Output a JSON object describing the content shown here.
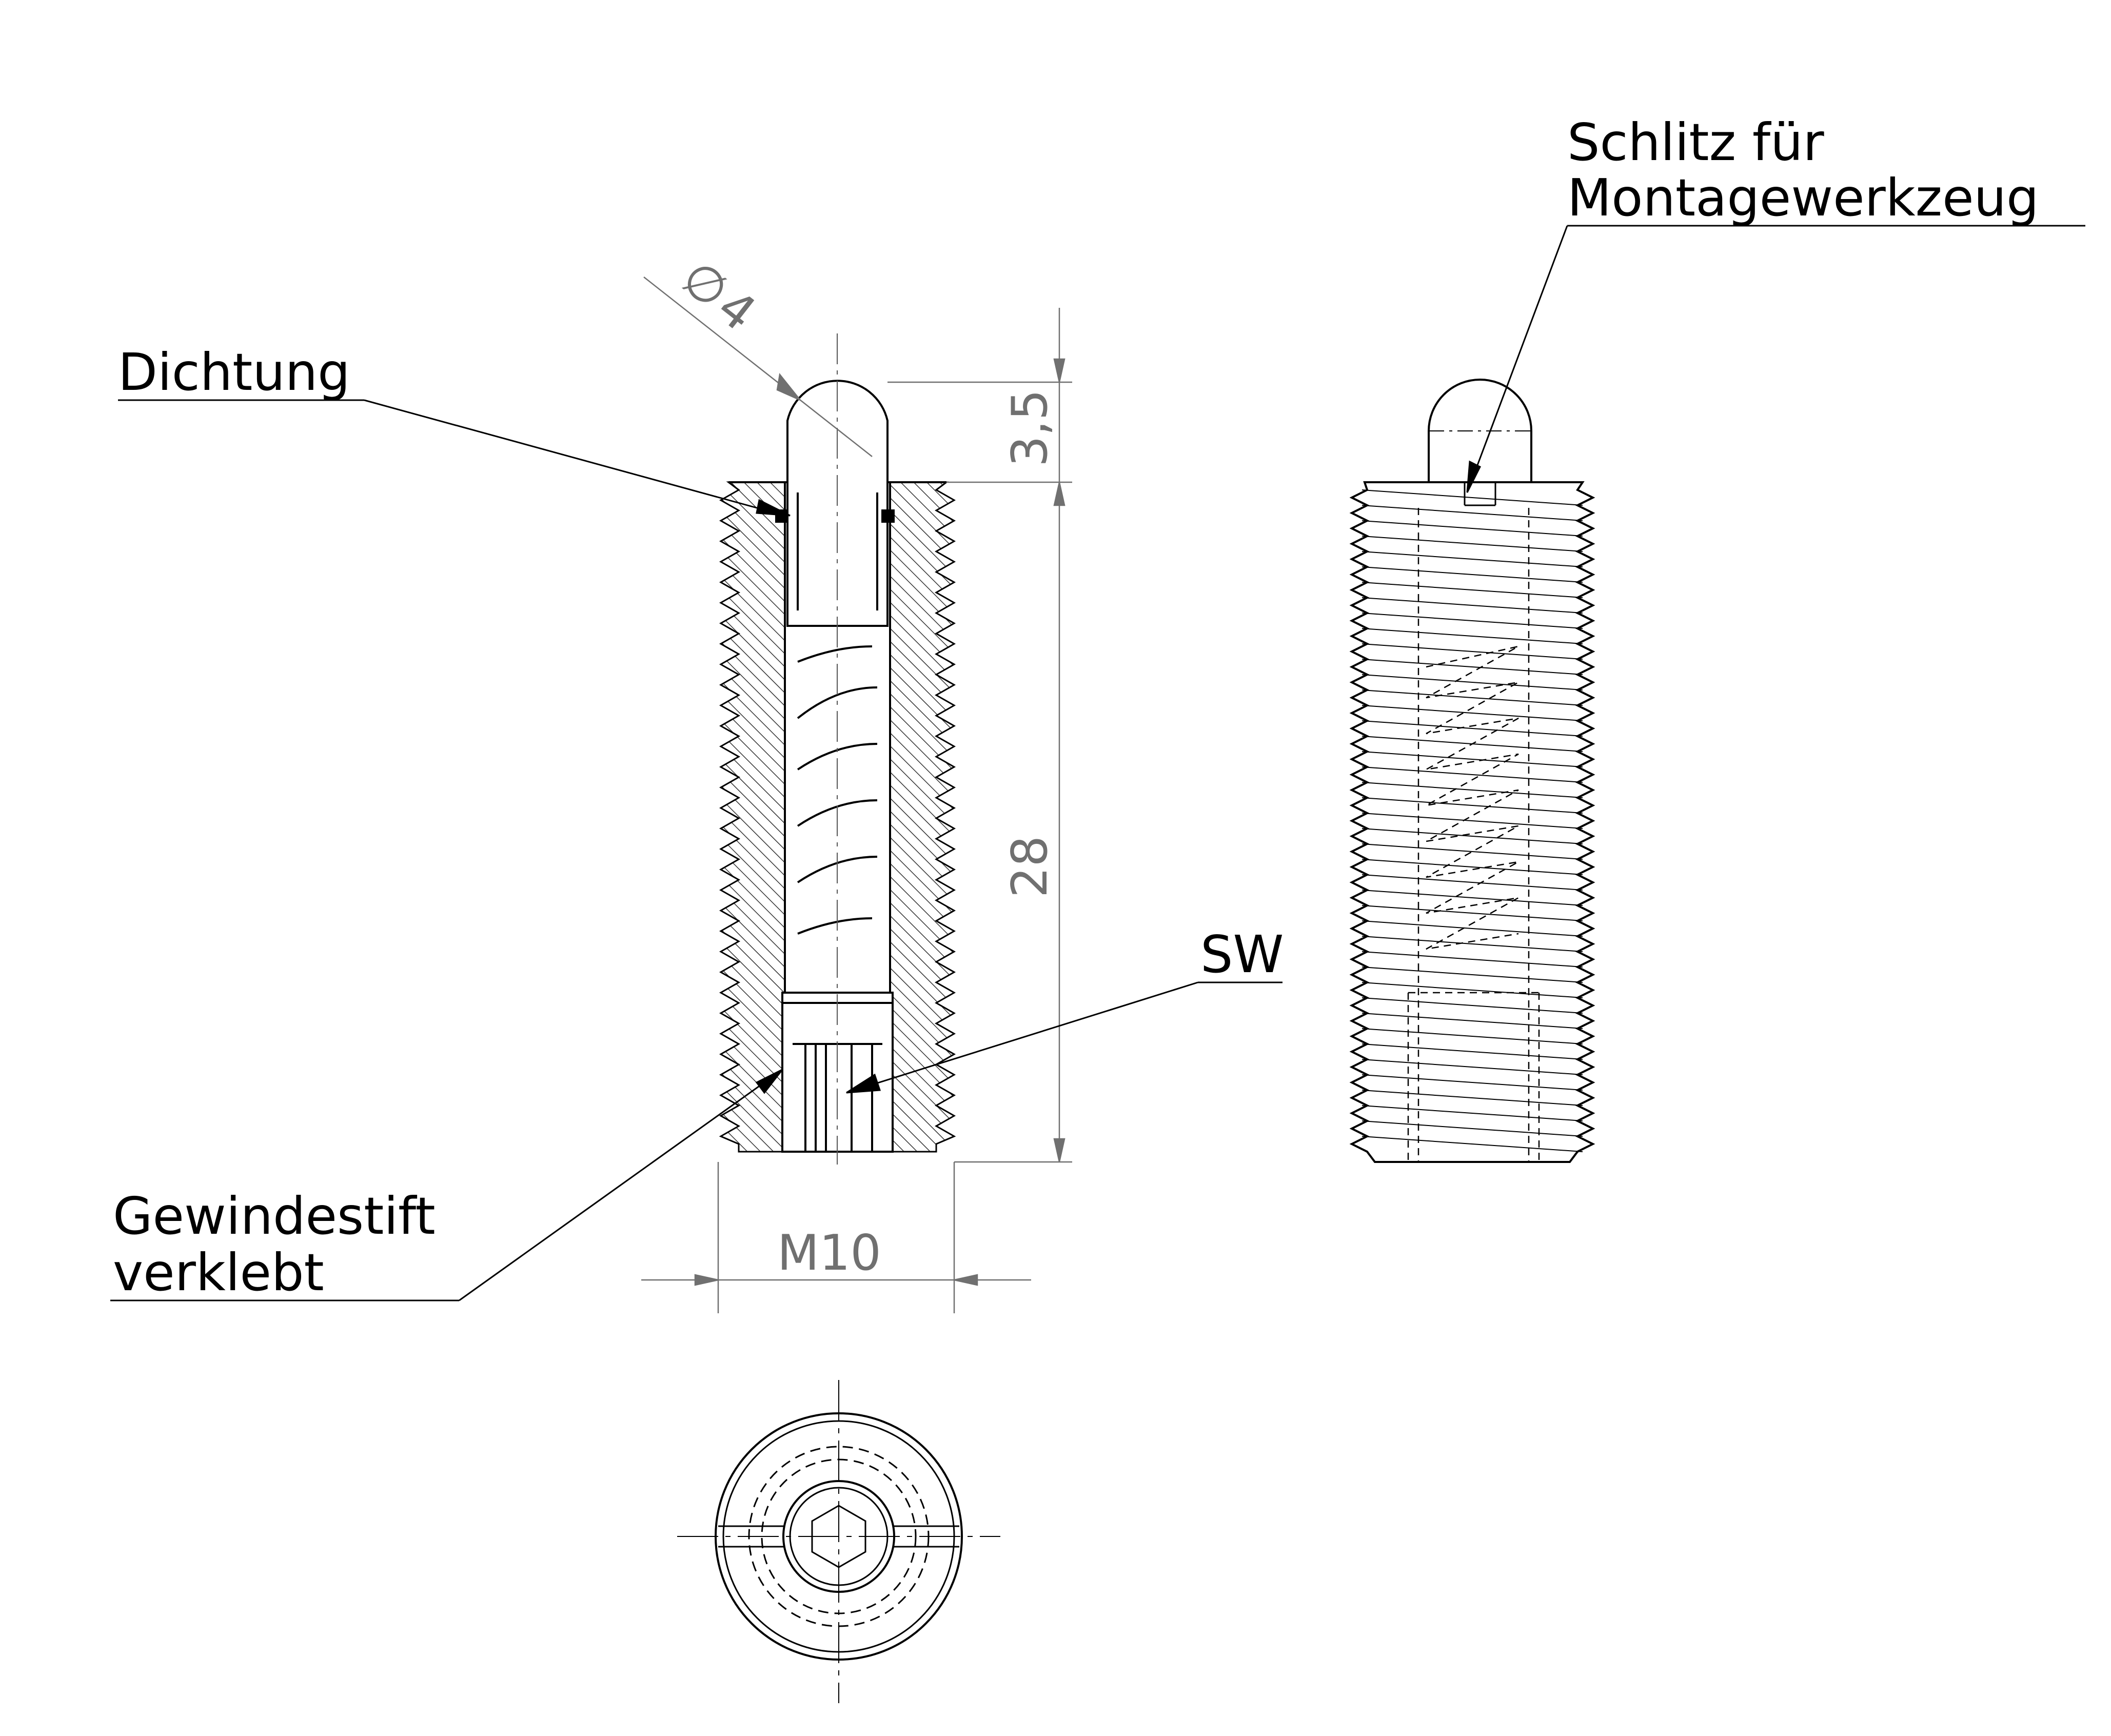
{
  "labels": {
    "seal": "Dichtung",
    "slot_line1": "Schlitz für",
    "slot_line2": "Montagewerkzeug",
    "wrench": "SW",
    "setscrew_line1": "Gewindestift",
    "setscrew_line2": "verklebt"
  },
  "dimensions": {
    "diameter": "4",
    "tip_length": "3,5",
    "body_length": "28",
    "thread": "M10"
  },
  "colors": {
    "line": "#000000",
    "dimension": "#707070",
    "hatch": "#333333"
  }
}
